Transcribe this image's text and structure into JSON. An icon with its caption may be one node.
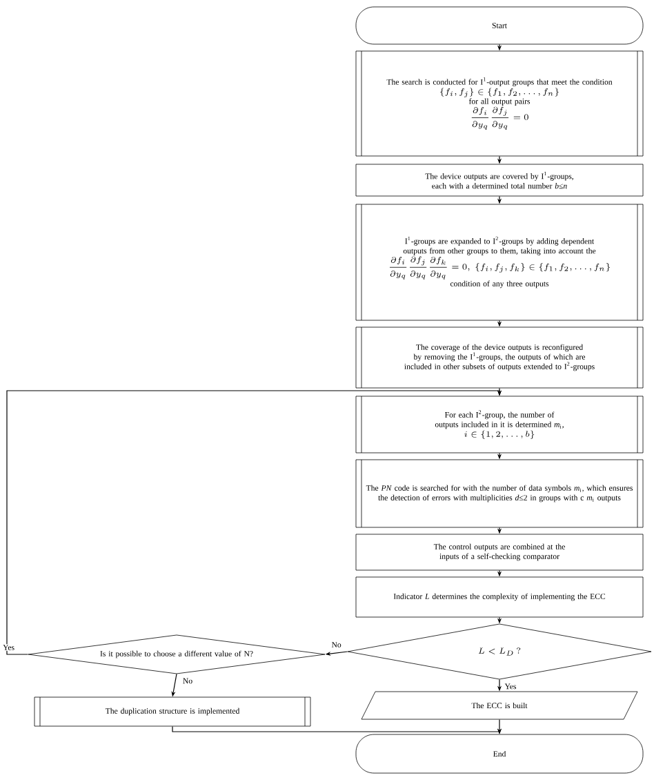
{
  "diagram": {
    "nodes": [
      {
        "text": [
          "Start"
        ]
      },
      {
        "text": [
          "The search is conducted for I$^{1}$-output groups that meet the condition",
          "\\{f_{i}, f_{j}\\} \\in \\{f_{1}, f_{2}, \\ldots, f_{n}\\}",
          "for all output pairs",
          "\\frac{\\partial f_{i}}{\\partial y_{q}} \\frac{\\partial f_{j}}{\\partial y_{q}} = 0"
        ]
      },
      {
        "text": [
          "The device outputs are covered by I$^{1}$-groups, each with a determined total number *b*≤*n*"
        ]
      },
      {
        "text": [
          "I$^{1}$-groups are expanded to I$^{2}$-groups by adding dependent outputs from other groups to them, taking into account the",
          "\\frac{\\partial f_{i}}{\\partial y_{q}} \\frac{\\partial f_{j}}{\\partial y_{q}} \\frac{\\partial f_{k}}{\\partial y_{q}} = 0,\\ \\{f_{i}, f_{j}, f_{k}\\} \\in \\{f_{1}, f_{2}, \\ldots, f_{n}\\}",
          "condition of any three outputs"
        ]
      },
      {
        "text": [
          "The coverage of the device outputs is reconfigured by removing the I$^{1}$-groups, the outputs of which are included in other subsets of outputs extended to I$^{2}$-groups"
        ]
      },
      {
        "text": [
          "For each I$^{2}$-group, the number of outputs included in it is determined *m*$_{i}$,",
          "i \\in \\{1, 2, \\ldots, b\\}"
        ]
      },
      {
        "text": [
          "The *PN* code is searched for with the number of data symbols *m*$_{i}$, which ensures the detection of errors with multiplicities *d*≤2 in groups with c *m*$_{i}$ outputs"
        ]
      },
      {
        "text": [
          "The control outputs are combined at the inputs of a self-checking comparator"
        ]
      },
      {
        "text": [
          "Indicator *L* determines the complexity of implementing the ECC"
        ]
      },
      {
        "text": [
          "L < L_{D}\\,?"
        ]
      },
      {
        "text": [
          "The ECC is built"
        ]
      },
      {
        "text": [
          "End"
        ]
      },
      {
        "text": [
          "Is it possible to choose a different value of N?"
        ]
      },
      {
        "text": [
          "The duplication structure is implemented"
        ]
      }
    ],
    "edges": [
      {
        "from": 0,
        "to": 1,
        "arrow": "to"
      },
      {
        "from": 1,
        "to": 2,
        "arrow": "to"
      },
      {
        "from": 2,
        "to": 3,
        "arrow": "to"
      },
      {
        "from": 3,
        "to": 4,
        "arrow": "to"
      },
      {
        "from": 4,
        "to": 5,
        "arrow": "to"
      },
      {
        "from": 5,
        "to": 6,
        "arrow": "to"
      },
      {
        "from": 6,
        "to": 7,
        "arrow": "to"
      },
      {
        "from": 7,
        "to": 8,
        "arrow": "to"
      },
      {
        "from": 8,
        "to": 9,
        "arrow": "to"
      },
      {
        "from": 9,
        "to": 10,
        "label": "Yes",
        "arrow": "to"
      },
      {
        "from": 10,
        "to": 11,
        "arrow": "to"
      },
      {
        "from": 9,
        "to": 12,
        "label": "No",
        "arrow": "to"
      },
      {
        "from": 12,
        "to": 5,
        "label": "Yes",
        "arrow": "to"
      },
      {
        "from": 12,
        "to": 13,
        "label": "No",
        "arrow": "to"
      },
      {
        "from": 13,
        "to": 11,
        "arrow": "to"
      }
    ]
  }
}
